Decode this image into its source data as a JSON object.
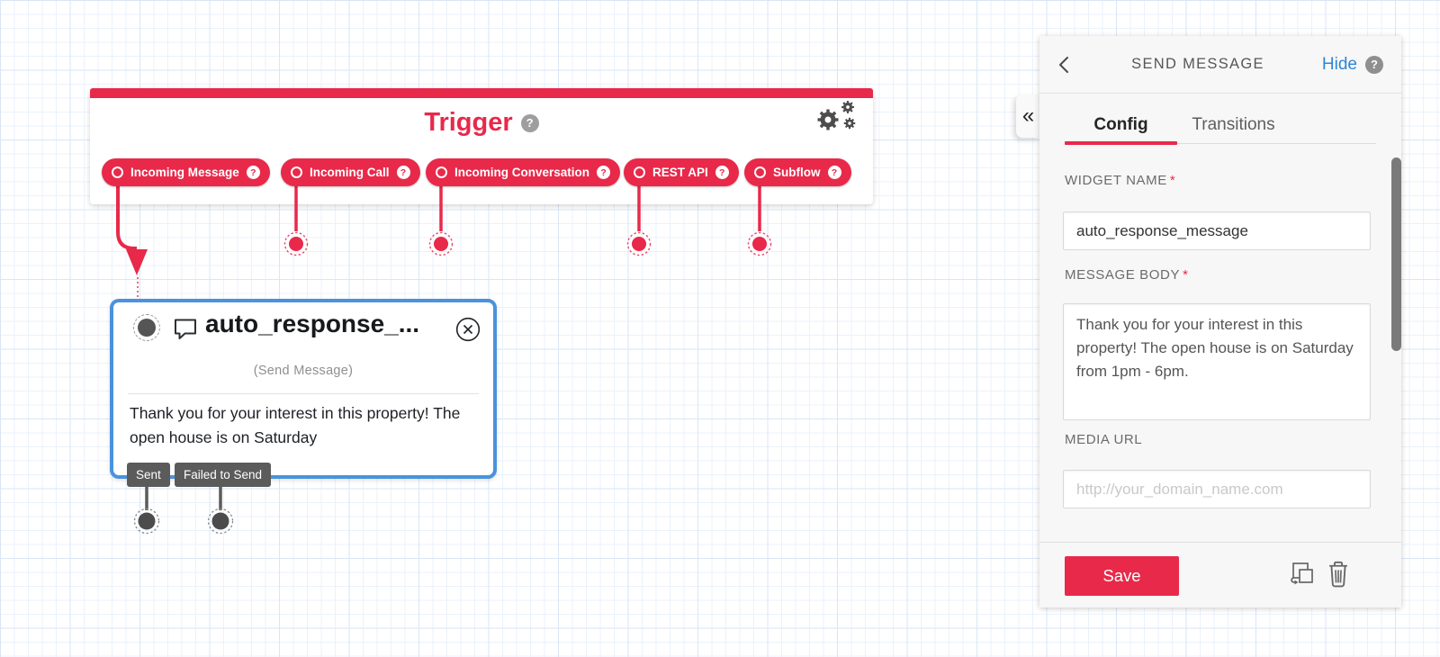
{
  "icons": {
    "collapse": "«",
    "back": "‹",
    "help": "?"
  },
  "canvas": {
    "trigger": {
      "title": "Trigger",
      "pills": [
        {
          "label": "Incoming Message"
        },
        {
          "label": "Incoming Call"
        },
        {
          "label": "Incoming Conversation"
        },
        {
          "label": "REST API"
        },
        {
          "label": "Subflow"
        }
      ]
    },
    "widget": {
      "title": "auto_response_...",
      "type_label": "(Send Message)",
      "preview": "Thank you for your interest in this property! The open house is on Saturday",
      "transitions": [
        {
          "label": "Sent"
        },
        {
          "label": "Failed to Send"
        }
      ]
    }
  },
  "panel": {
    "title": "SEND MESSAGE",
    "hide_label": "Hide",
    "tabs": [
      {
        "label": "Config",
        "active": true
      },
      {
        "label": "Transitions",
        "active": false
      }
    ],
    "fields": {
      "widget_name": {
        "label": "WIDGET NAME",
        "required_marker": "*",
        "value": "auto_response_message"
      },
      "message_body": {
        "label": "MESSAGE BODY",
        "required_marker": "*",
        "value": "Thank you for your interest in this property! The open house is on Saturday from 1pm - 6pm."
      },
      "media_url": {
        "label": "MEDIA URL",
        "placeholder": "http://your_domain_name.com"
      }
    },
    "save_label": "Save"
  },
  "colors": {
    "accent_red": "#e8294a",
    "widget_border_blue": "#4a92dd",
    "link_blue": "#2e86d4",
    "tag_gray": "#5b5b5b",
    "panel_bg": "#f7f7f7"
  }
}
